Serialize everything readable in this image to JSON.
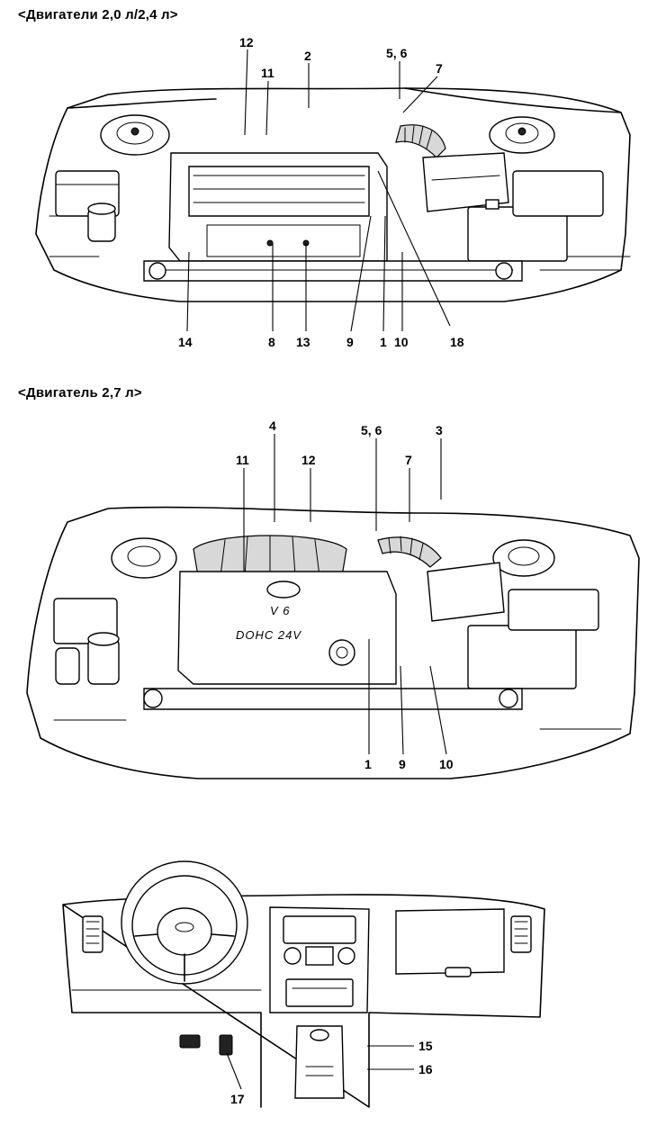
{
  "sections": {
    "engine1_heading": "<Двигатели 2,0 л/2,4 л>",
    "engine2_heading": "<Двигатель 2,7 л>"
  },
  "engine1": {
    "callouts": [
      "12",
      "11",
      "2",
      "5, 6",
      "7",
      "14",
      "8",
      "13",
      "9",
      "1",
      "10",
      "18"
    ]
  },
  "engine2": {
    "callouts": [
      "4",
      "5, 6",
      "3",
      "11",
      "12",
      "7",
      "1",
      "9",
      "10"
    ],
    "cover_text": "DOHC 24V"
  },
  "dashboard": {
    "callouts": [
      "15",
      "16",
      "17"
    ]
  }
}
